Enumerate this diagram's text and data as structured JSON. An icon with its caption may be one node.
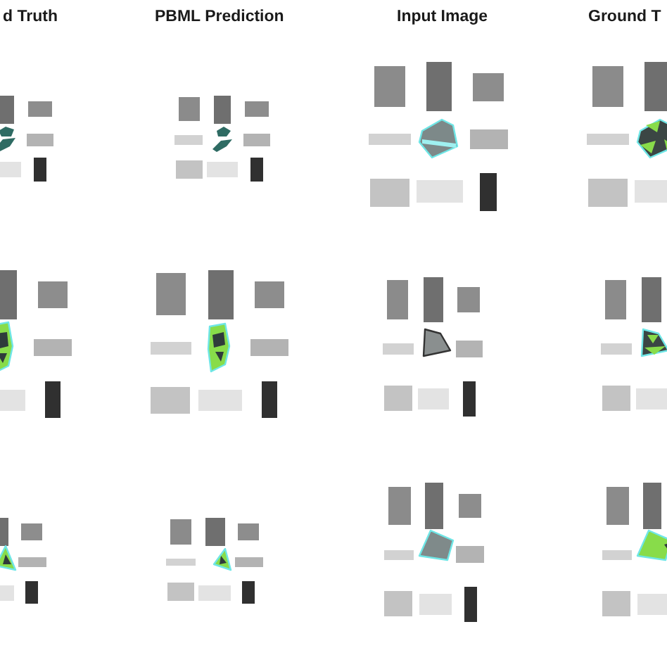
{
  "diagram": {
    "labels": [
      "d Truth",
      "PBML Prediction",
      "Input Image",
      "Ground T"
    ]
  }
}
